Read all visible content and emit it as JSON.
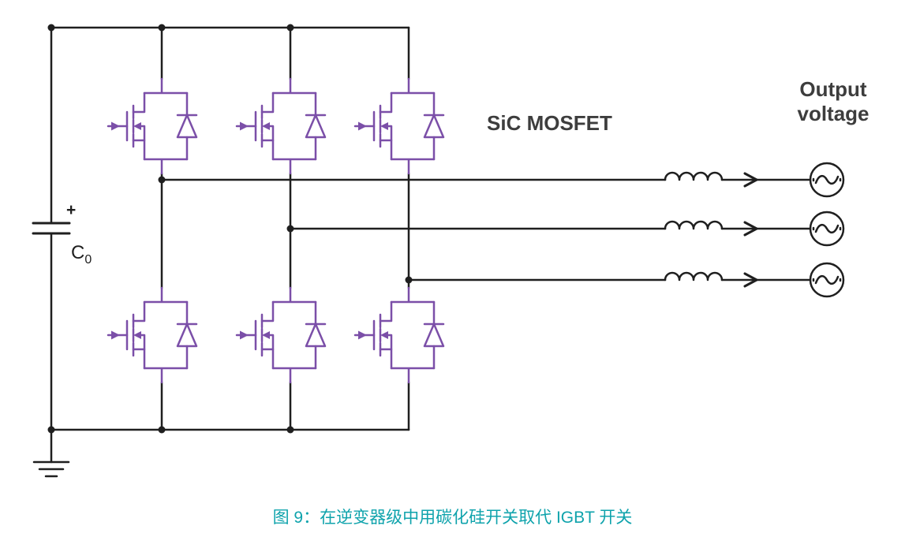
{
  "figure": {
    "caption": "图 9：在逆变器级中用碳化硅开关取代 IGBT 开关"
  },
  "labels": {
    "sic_mosfet": "SiC MOSFET",
    "output_voltage_line1": "Output",
    "output_voltage_line2": "voltage",
    "capacitor_plus": "+",
    "capacitor_name": "C",
    "capacitor_subscript": "0"
  },
  "colors": {
    "background": "#ffffff",
    "wire": "#1f1f1f",
    "mosfet": "#7b4fa8",
    "label_text": "#3d3d3d",
    "caption": "#0fa3ac"
  }
}
